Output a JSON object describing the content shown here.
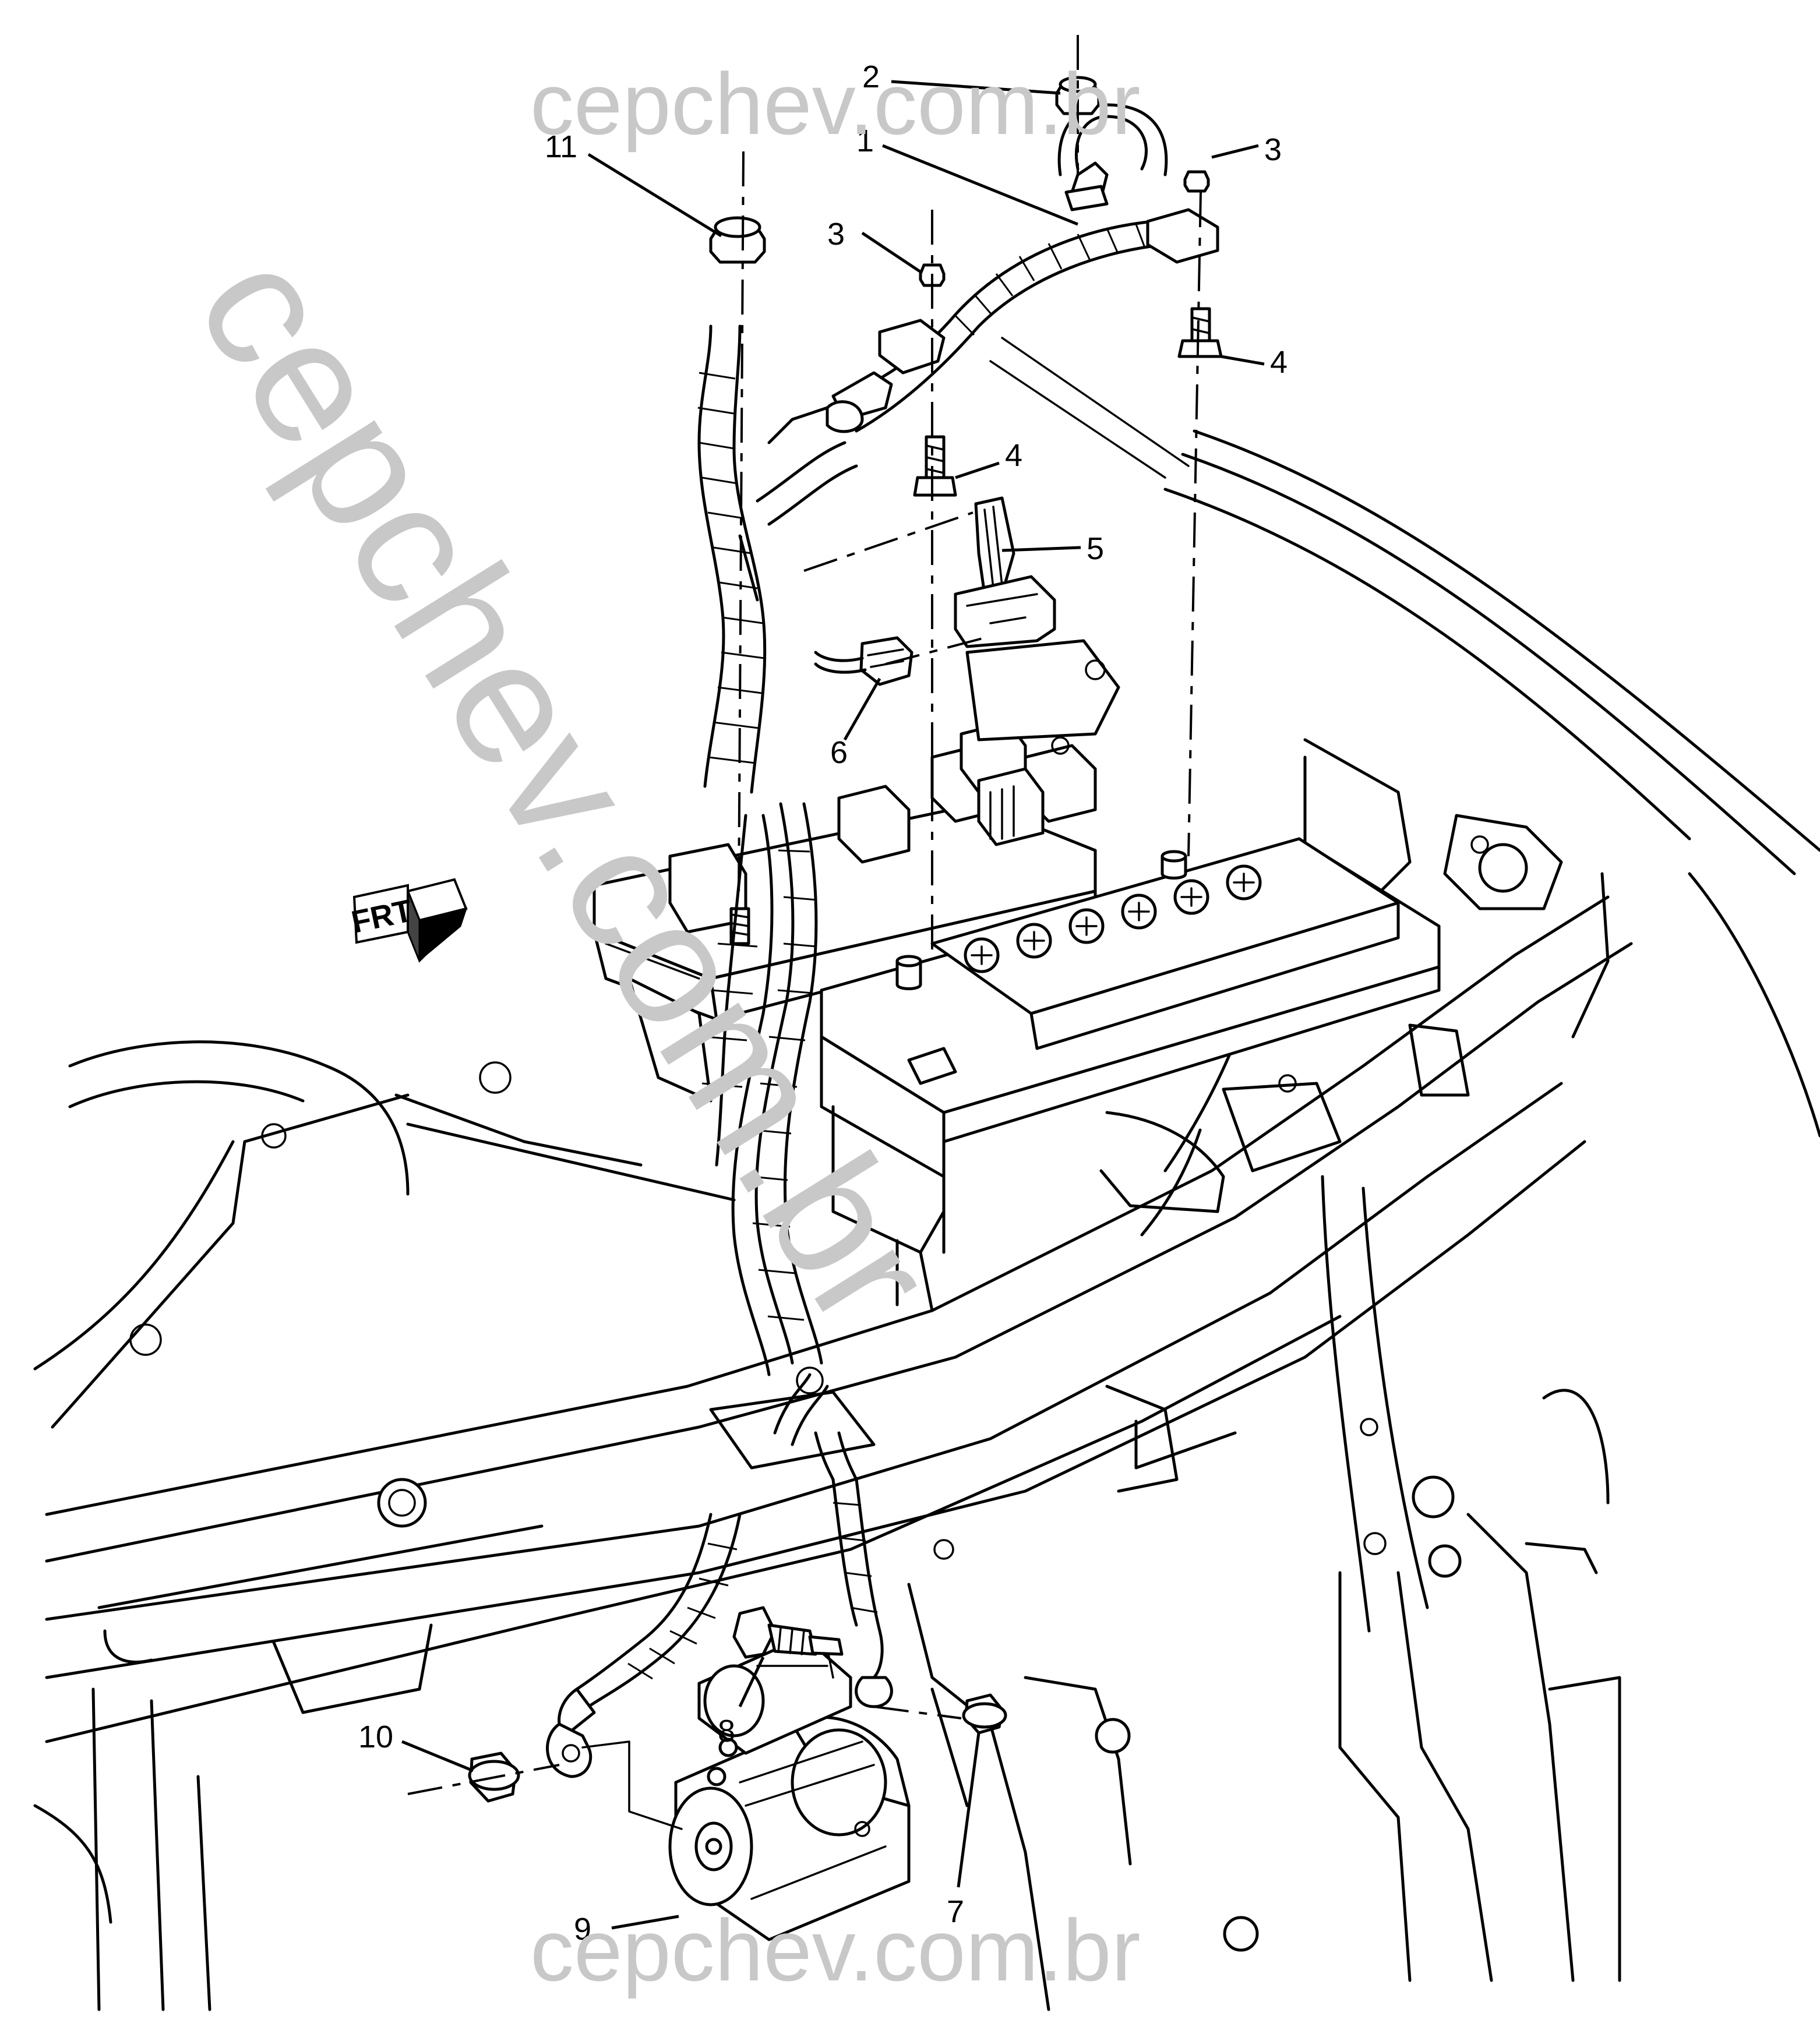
{
  "watermark": {
    "top": "cepchev.com.br",
    "bottom": "cepchev.com.br",
    "diagonal": "cepchev.com.br"
  },
  "orientation_symbol": {
    "text": "FRT",
    "icon": "front-arrow-icon"
  },
  "callouts": [
    {
      "id": "c1",
      "label": "1"
    },
    {
      "id": "c2",
      "label": "2"
    },
    {
      "id": "c3a",
      "label": "3"
    },
    {
      "id": "c3b",
      "label": "3"
    },
    {
      "id": "c4a",
      "label": "4"
    },
    {
      "id": "c4b",
      "label": "4"
    },
    {
      "id": "c5",
      "label": "5"
    },
    {
      "id": "c6",
      "label": "6"
    },
    {
      "id": "c7",
      "label": "7"
    },
    {
      "id": "c8",
      "label": "8"
    },
    {
      "id": "c9",
      "label": "9"
    },
    {
      "id": "c10",
      "label": "10"
    },
    {
      "id": "c11",
      "label": "11"
    }
  ]
}
